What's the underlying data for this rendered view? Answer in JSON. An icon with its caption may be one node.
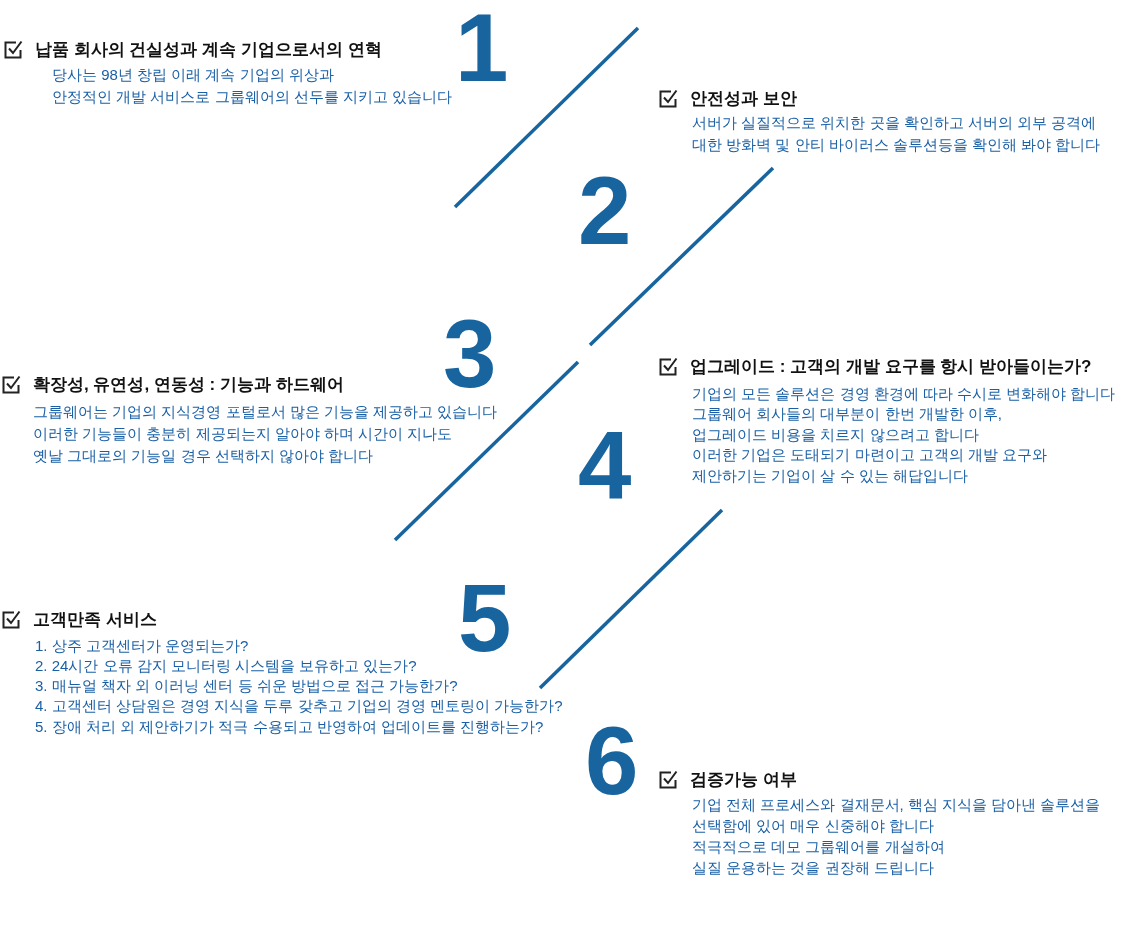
{
  "diagram": {
    "labels": [
      "1",
      "납품 회사의 건실성과 계속 기업으로서의 연혁",
      "당사는 98년 창립 이래 계속 기업의 위상과",
      "안정적인 개발 서비스로 그룹웨어의 선두를 지키고 있습니다",
      "안전성과 보안",
      "서버가 실질적으로 위치한 곳을 확인하고 서버의 외부 공격에",
      "대한 방화벽 및 안티 바이러스 솔루션등을 확인해 봐야 합니다",
      "2",
      "3",
      "업그레이드 : 고객의 개발 요구를 항시 받아들이는가?",
      "기업의 모든 솔루션은 경영 환경에 따라 수시로 변화해야 합니다",
      "그룹웨어 회사들의 대부분이 한번 개발한 이후,",
      "업그레이드 비용을 치르지 않으려고 합니다",
      "이러한 기업은 도태되기 마련이고 고객의 개발 요구와",
      "제안하기는 기업이 살 수 있는 해답입니다",
      "확장성, 유연성, 연동성 : 기능과 하드웨어",
      "그룹웨어는 기업의 지식경영 포털로서 많은 기능을 제공하고 있습니다",
      "이러한 기능들이 충분히 제공되는지 알아야 하며 시간이 지나도",
      "옛날 그대로의 기능일 경우 선택하지 않아야 합니다",
      "4",
      "5",
      "고객만족 서비스",
      "1. 상주 고객센터가 운영되는가?",
      "2. 24시간 오류 감지 모니터링 시스템을 보유하고 있는가?",
      "3. 매뉴얼 책자 외 이러닝 센터 등 쉬운 방법으로 접근 가능한가?",
      "4. 고객센터 상담원은 경영 지식을 두루 갖추고 기업의 경영 멘토링이 가능한가?",
      "5. 장애 처리 외 제안하기가 적극 수용되고 반영하여 업데이트를 진행하는가?",
      "6",
      "검증가능 여부",
      "기업 전체 프로세스와 결재문서, 핵심 지식을 담아낸 솔루션을",
      "선택함에 있어 매우 신중해야 합니다",
      "적극적으로 데모 그룹웨어를 개설하여",
      "실질 운용하는 것을 권장해 드립니다"
    ]
  }
}
